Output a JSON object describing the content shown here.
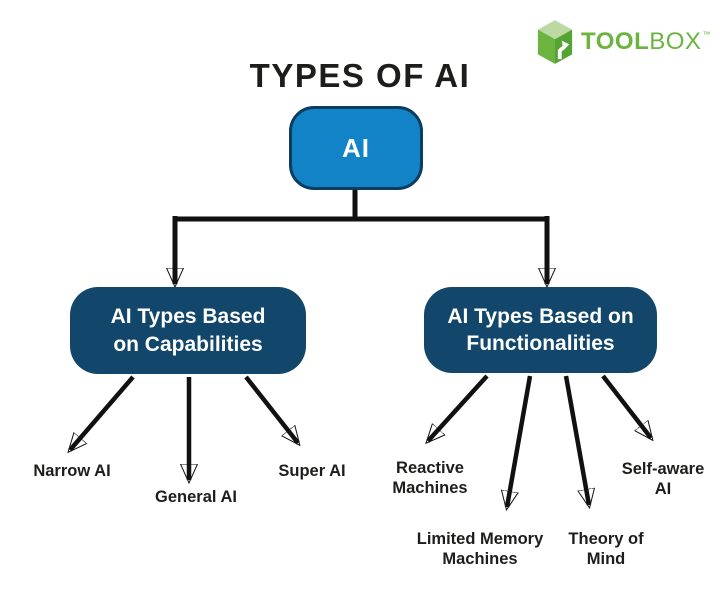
{
  "brand": {
    "name_bold": "TOOL",
    "name_regular": "BOX",
    "trademark": "™",
    "green": "#6CB33F"
  },
  "title": "TYPES OF AI",
  "colors": {
    "root_fill": "#1283C6",
    "root_border": "#0B3D60",
    "branch_fill": "#12476B",
    "text_dark": "#1D1D1B",
    "arrow": "#111111",
    "node_text": "#FFFFFF",
    "background": "#FFFFFF"
  },
  "nodes": {
    "root": {
      "label": "AI"
    },
    "branches": [
      {
        "label": "AI Types Based on Capabilities"
      },
      {
        "label": "AI Types Based on Functionalities"
      }
    ],
    "leaves": [
      {
        "label": "Narrow AI"
      },
      {
        "label": "General AI"
      },
      {
        "label": "Super AI"
      },
      {
        "label": "Reactive Machines"
      },
      {
        "label": "Limited Memory Machines"
      },
      {
        "label": "Theory of Mind"
      },
      {
        "label": "Self-aware AI"
      }
    ]
  }
}
